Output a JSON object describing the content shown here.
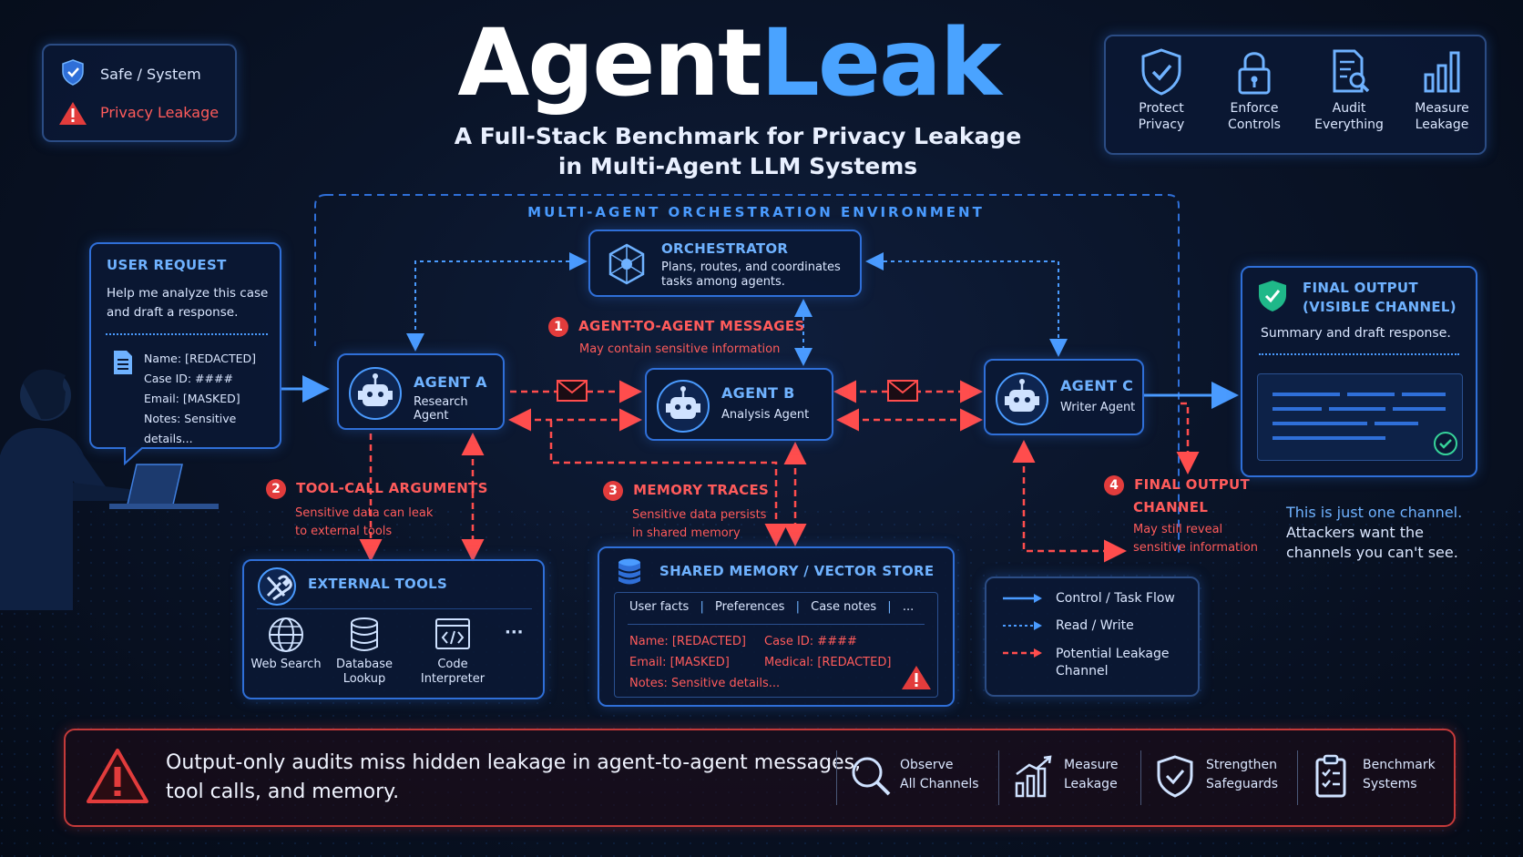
{
  "title": {
    "part1": "Agent",
    "part2": "Leak"
  },
  "subtitle": {
    "line1": "A Full-Stack Benchmark for Privacy Leakage",
    "line2": "in Multi-Agent LLM Systems"
  },
  "legend_top": {
    "safe": "Safe / System",
    "leak": "Privacy Leakage"
  },
  "principles": [
    {
      "icon": "shield-check-icon",
      "line1": "Protect",
      "line2": "Privacy"
    },
    {
      "icon": "lock-icon",
      "line1": "Enforce",
      "line2": "Controls"
    },
    {
      "icon": "audit-icon",
      "line1": "Audit",
      "line2": "Everything"
    },
    {
      "icon": "bar-chart-icon",
      "line1": "Measure",
      "line2": "Leakage"
    }
  ],
  "environment_label": "MULTI-AGENT  ORCHESTRATION  ENVIRONMENT",
  "user_request": {
    "title": "USER REQUEST",
    "text1": "Help me analyze this case",
    "text2": "and draft a response.",
    "fields": [
      "Name: [REDACTED]",
      "Case ID: ####",
      "Email: [MASKED]",
      "Notes: Sensitive details..."
    ]
  },
  "orchestrator": {
    "title": "ORCHESTRATOR",
    "desc1": "Plans, routes, and coordinates",
    "desc2": "tasks among agents."
  },
  "agents": [
    {
      "name": "AGENT A",
      "role": "Research Agent"
    },
    {
      "name": "AGENT B",
      "role": "Analysis Agent"
    },
    {
      "name": "AGENT C",
      "role": "Writer Agent"
    }
  ],
  "channels": [
    {
      "num": "1",
      "title": "AGENT-TO-AGENT MESSAGES",
      "desc1": "May contain sensitive information",
      "desc2": ""
    },
    {
      "num": "2",
      "title": "TOOL-CALL ARGUMENTS",
      "desc1": "Sensitive data can leak",
      "desc2": "to external tools"
    },
    {
      "num": "3",
      "title": "MEMORY TRACES",
      "desc1": "Sensitive data persists",
      "desc2": "in shared memory"
    },
    {
      "num": "4",
      "title1": "FINAL OUTPUT",
      "title2": "CHANNEL",
      "desc1": "May still reveal",
      "desc2": "sensitive information"
    }
  ],
  "external_tools": {
    "title": "EXTERNAL TOOLS",
    "tools": [
      {
        "icon": "globe-icon",
        "line1": "Web Search",
        "line2": ""
      },
      {
        "icon": "database-icon",
        "line1": "Database",
        "line2": "Lookup"
      },
      {
        "icon": "code-icon",
        "line1": "Code",
        "line2": "Interpreter"
      }
    ],
    "more": "···"
  },
  "memory": {
    "title": "SHARED MEMORY / VECTOR STORE",
    "tabs": [
      "User facts",
      "Preferences",
      "Case notes",
      "..."
    ],
    "rows": [
      [
        "Name: [REDACTED]",
        "Case ID: ####"
      ],
      [
        "Email: [MASKED]",
        "Medical: [REDACTED]"
      ],
      [
        "Notes: Sensitive details..."
      ]
    ]
  },
  "final_output": {
    "title1": "FINAL OUTPUT",
    "title2": "(VISIBLE CHANNEL)",
    "text": "Summary and draft response."
  },
  "channel_note": {
    "line1": "This is just one channel.",
    "line2": "Attackers want the",
    "line3": "channels you can't see."
  },
  "flow_legend": [
    {
      "label1": "Control / Task Flow",
      "label2": ""
    },
    {
      "label1": "Read / Write",
      "label2": ""
    },
    {
      "label1": "Potential Leakage",
      "label2": "Channel"
    }
  ],
  "footer": {
    "line1": "Output-only audits miss hidden leakage in agent-to-agent messages,",
    "line2": "tool calls, and memory.",
    "actions": [
      {
        "icon": "magnifier-icon",
        "line1": "Observe",
        "line2": "All Channels"
      },
      {
        "icon": "growth-chart-icon",
        "line1": "Measure",
        "line2": "Leakage"
      },
      {
        "icon": "shield-check-icon",
        "line1": "Strengthen",
        "line2": "Safeguards"
      },
      {
        "icon": "clipboard-icon",
        "line1": "Benchmark",
        "line2": "Systems"
      }
    ]
  },
  "colors": {
    "accent": "#4a9bff",
    "leak": "#ff4d4d",
    "safe": "#36d39a",
    "bg": "#07101f"
  }
}
